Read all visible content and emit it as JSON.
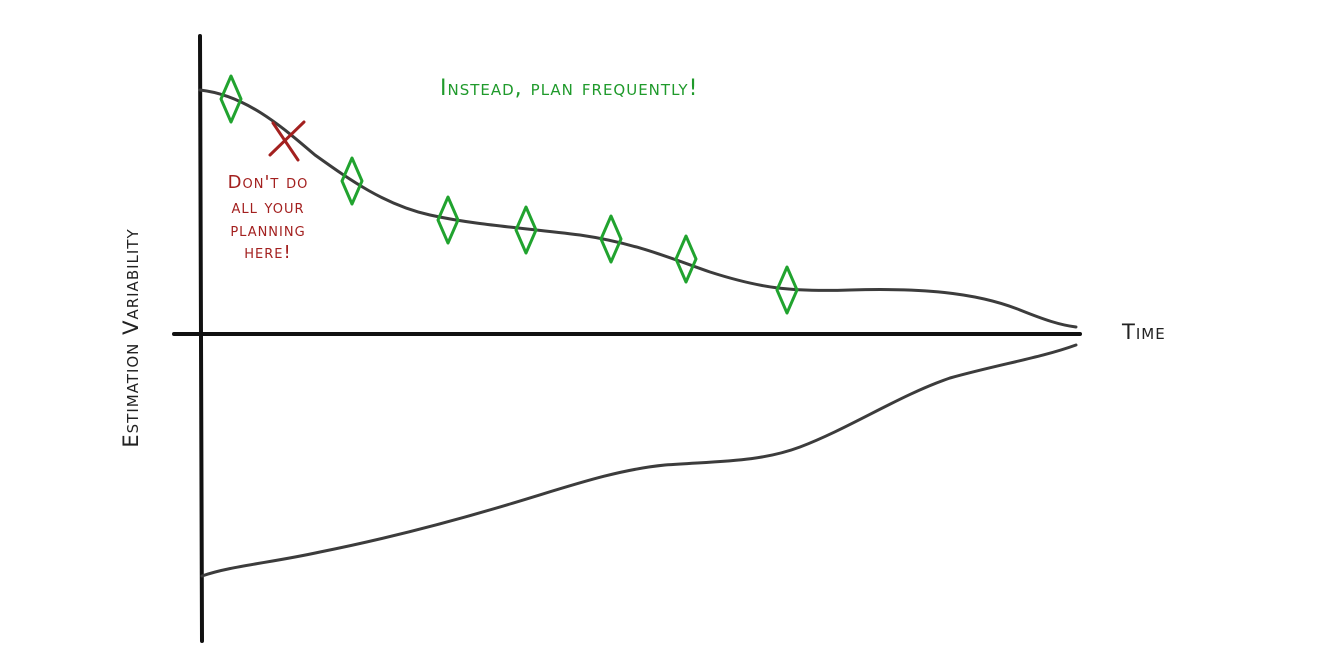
{
  "title": "Instead, plan frequently!",
  "axis": {
    "y_label": "Estimation Variability",
    "x_label": "Time"
  },
  "warning": {
    "lines": [
      "Don't do",
      "all your",
      "planning",
      "here!"
    ],
    "marker": "x-mark"
  },
  "markers": {
    "icon": "diamond-icon",
    "count": 7
  },
  "colors": {
    "axis": "#111111",
    "curve": "#3c3c3c",
    "title": "#1f9a2b",
    "marker": "#21a32f",
    "warning": "#a3201f"
  }
}
